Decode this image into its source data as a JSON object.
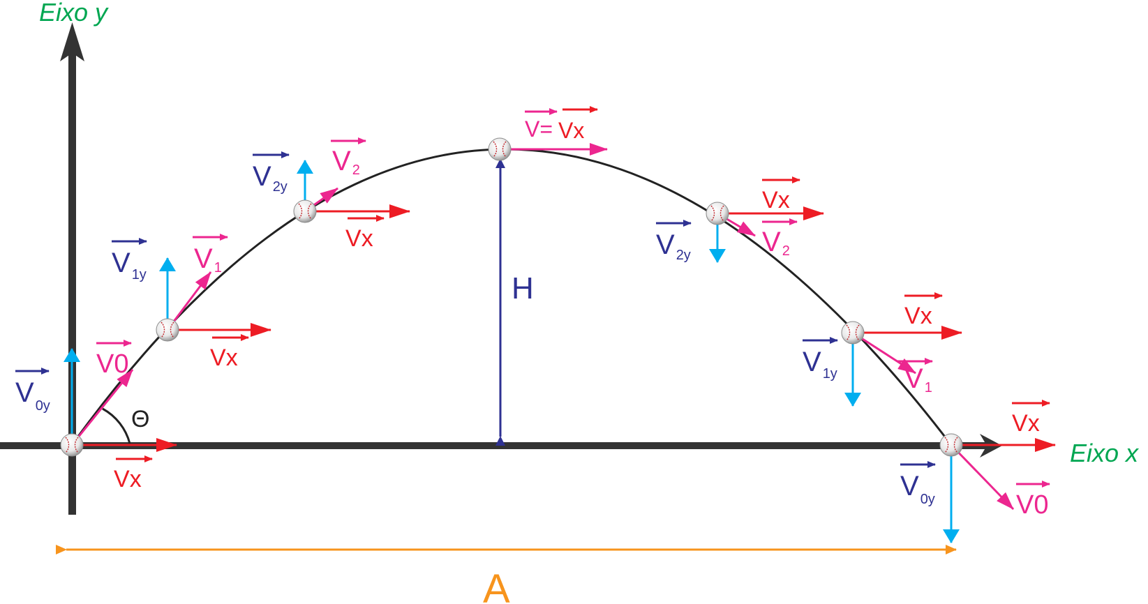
{
  "axes": {
    "x_label": "Eixo x",
    "y_label": "Eixo y"
  },
  "labels": {
    "angle": "Θ",
    "height": "H",
    "range": "A",
    "apex_v": "V=",
    "apex_vx": "Vx"
  },
  "vectors": {
    "v0": {
      "main": "V",
      "sub": "0"
    },
    "v0y": {
      "main": "V",
      "sub": "0y"
    },
    "v1": {
      "main": "V",
      "sub": "1"
    },
    "v1y": {
      "main": "V",
      "sub": "1y"
    },
    "v2": {
      "main": "V",
      "sub": "2"
    },
    "v2y": {
      "main": "V",
      "sub": "2y"
    },
    "vx": {
      "main": "V",
      "sub": "x"
    }
  },
  "colors": {
    "axis": "#333333",
    "axis_label": "#00a651",
    "trajectory": "#222222",
    "vx": "#ed1c24",
    "v": "#ec268f",
    "vy": "#00aeef",
    "vy_label": "#2e3192",
    "height": "#2e3192",
    "range": "#f7941d"
  }
}
